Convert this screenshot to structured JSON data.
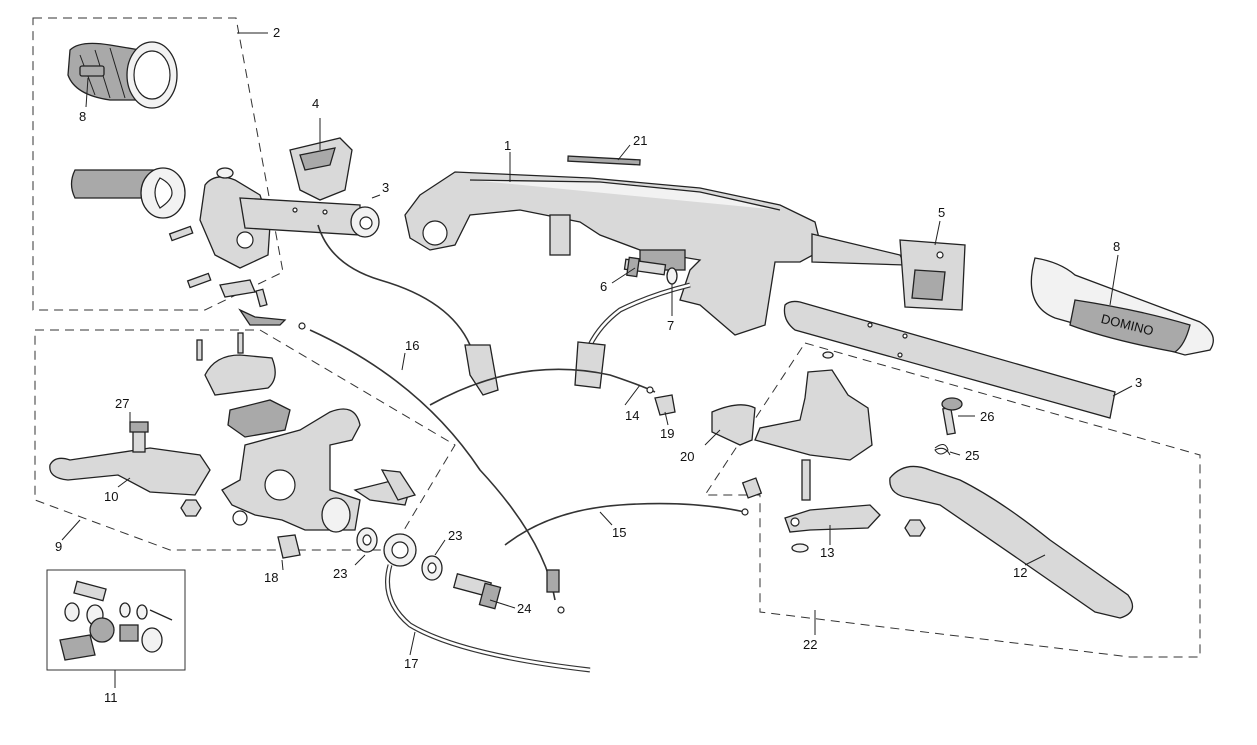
{
  "diagram": {
    "labels": [
      {
        "id": "1",
        "text": "1"
      },
      {
        "id": "2",
        "text": "2"
      },
      {
        "id": "3a",
        "text": "3"
      },
      {
        "id": "3b",
        "text": "3"
      },
      {
        "id": "4",
        "text": "4"
      },
      {
        "id": "5",
        "text": "5"
      },
      {
        "id": "6",
        "text": "6"
      },
      {
        "id": "7",
        "text": "7"
      },
      {
        "id": "8a",
        "text": "8"
      },
      {
        "id": "8b",
        "text": "8"
      },
      {
        "id": "9",
        "text": "9"
      },
      {
        "id": "10",
        "text": "10"
      },
      {
        "id": "11",
        "text": "11"
      },
      {
        "id": "12",
        "text": "12"
      },
      {
        "id": "13",
        "text": "13"
      },
      {
        "id": "14",
        "text": "14"
      },
      {
        "id": "15",
        "text": "15"
      },
      {
        "id": "16",
        "text": "16"
      },
      {
        "id": "17",
        "text": "17"
      },
      {
        "id": "18",
        "text": "18"
      },
      {
        "id": "19",
        "text": "19"
      },
      {
        "id": "20",
        "text": "20"
      },
      {
        "id": "21",
        "text": "21"
      },
      {
        "id": "22",
        "text": "22"
      },
      {
        "id": "23a",
        "text": "23"
      },
      {
        "id": "23b",
        "text": "23"
      },
      {
        "id": "24",
        "text": "24"
      },
      {
        "id": "25",
        "text": "25"
      },
      {
        "id": "26",
        "text": "26"
      },
      {
        "id": "27",
        "text": "27"
      }
    ],
    "grip_brand": "DOMINO"
  }
}
